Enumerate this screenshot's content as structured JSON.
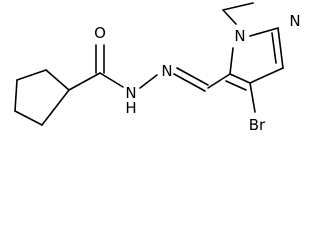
{
  "molecule": {
    "atoms": {
      "o": "O",
      "n_imine": "N",
      "nh": "N",
      "h": "H",
      "n_ring_1": "N",
      "n_ring_2": "N",
      "br": "Br"
    }
  }
}
